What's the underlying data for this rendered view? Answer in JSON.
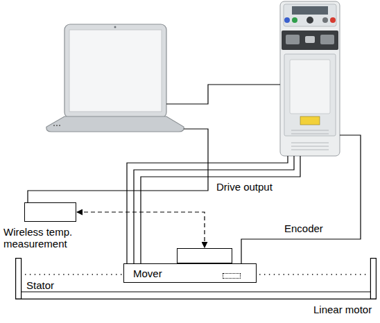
{
  "diagram": {
    "nodes": [
      {
        "text": [
          "Wireless temp. measurement"
        ]
      },
      {
        "text": [
          "Mover"
        ]
      },
      {
        "text": [
          "Stator"
        ]
      }
    ],
    "edges": [
      {
        "from": 0,
        "to": 1,
        "arrow": "both"
      }
    ],
    "labels": [
      "Drive output",
      "Encoder",
      "Linear motor"
    ]
  }
}
